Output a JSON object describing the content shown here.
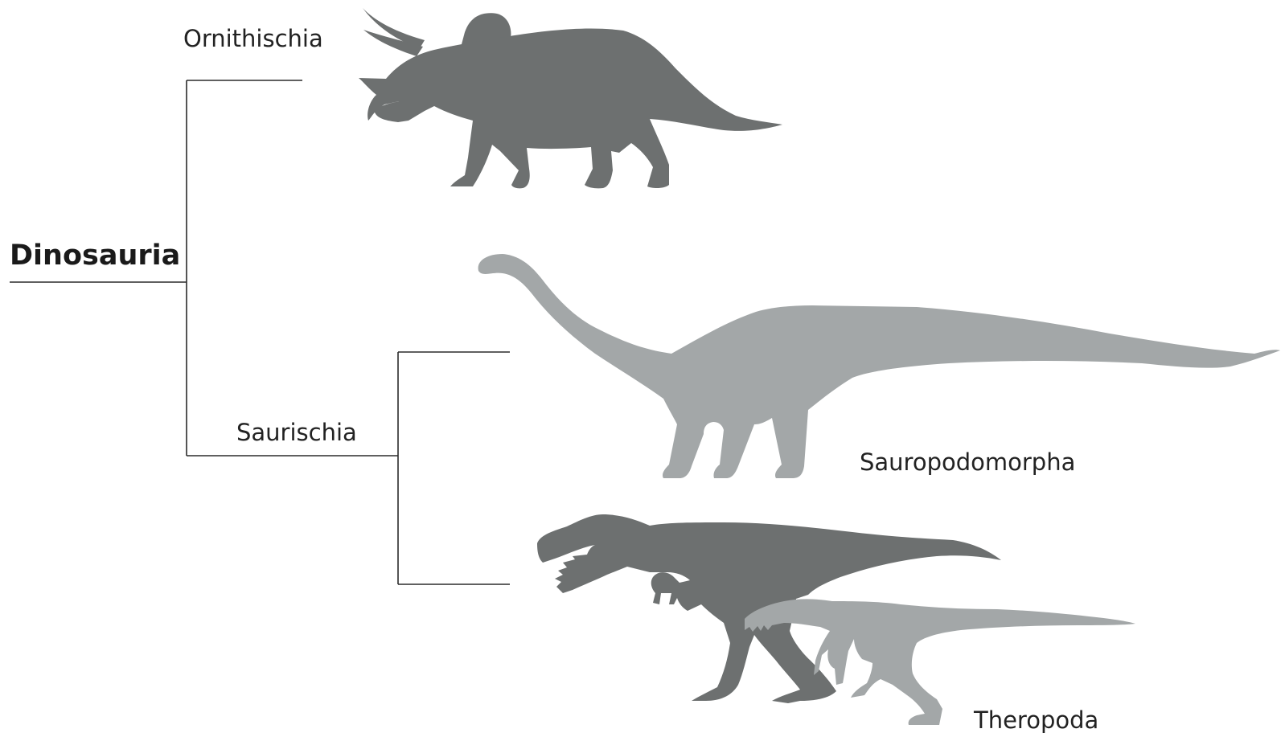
{
  "root": {
    "label": "Dinosauria"
  },
  "clades": {
    "ornithischia": "Ornithischia",
    "saurischia": "Saurischia",
    "sauropodomorpha": "Sauropodomorpha",
    "theropoda": "Theropoda"
  },
  "silhouettes": {
    "ornithischia_icon": "triceratops-silhouette",
    "sauropodomorpha_icon": "sauropod-silhouette",
    "theropoda_icon_large": "tyrannosaur-silhouette",
    "theropoda_icon_small": "small-theropod-silhouette"
  },
  "colors": {
    "dark_silhouette": "#6d7070",
    "light_silhouette": "#a3a7a8",
    "lines": "#2b2b2b",
    "text": "#222222"
  }
}
